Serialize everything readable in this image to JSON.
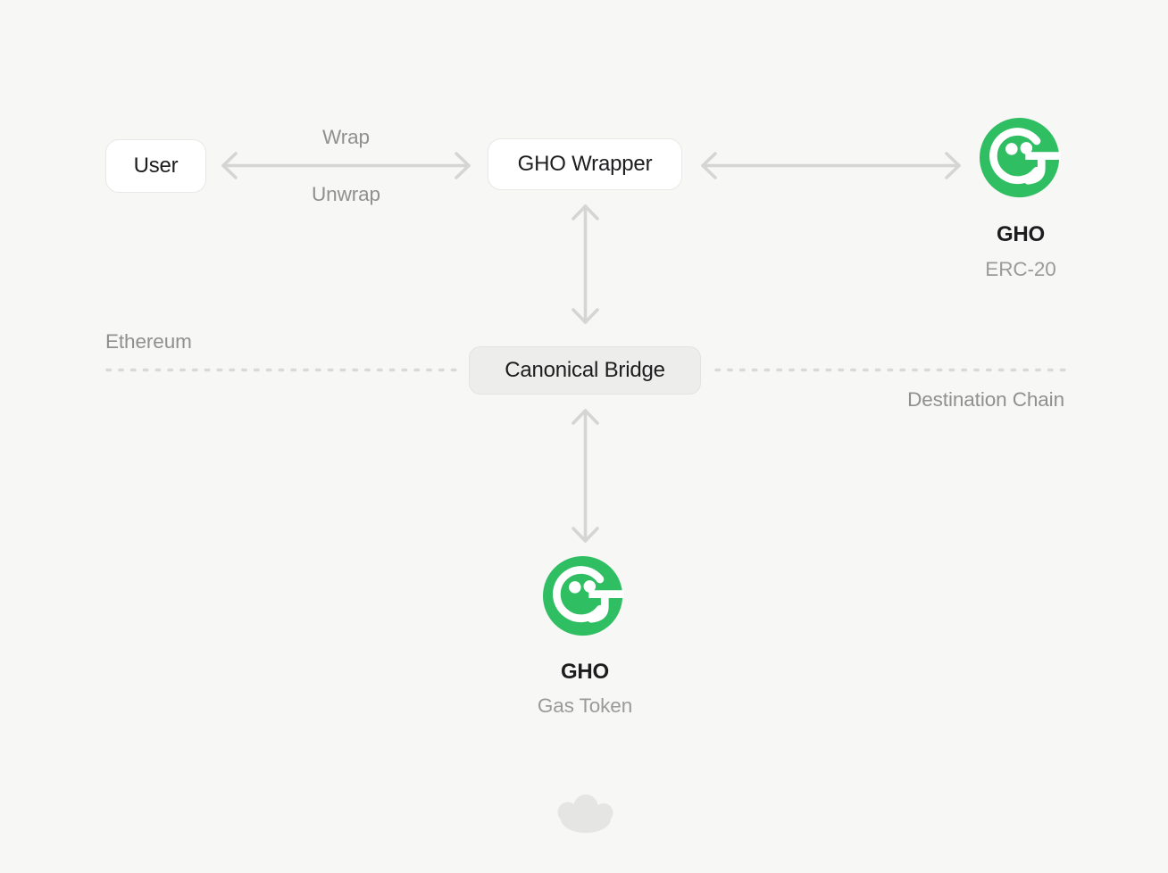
{
  "page": {
    "background": "#F7F7F5",
    "description": "GHO token wrap / bridge flow diagram"
  },
  "diagram": {
    "nodes": {
      "user": {
        "label": "User"
      },
      "gho_wrapper": {
        "label": "GHO Wrapper"
      },
      "canonical_bridge": {
        "label": "Canonical Bridge"
      }
    },
    "arrows": {
      "user_wrapper": {
        "top_label": "Wrap",
        "bottom_label": "Unwrap"
      },
      "wrapper_token": {
        "style": "double-headed"
      },
      "wrapper_bridge": {
        "style": "double-headed"
      },
      "bridge_gas_token": {
        "style": "double-headed"
      }
    },
    "chains": {
      "source": {
        "label": "Ethereum"
      },
      "destination": {
        "label": "Destination Chain"
      }
    },
    "tokens": {
      "erc20": {
        "name": "GHO",
        "subtitle": "ERC-20"
      },
      "gas": {
        "name": "GHO",
        "subtitle": "Gas Token"
      }
    },
    "icons": {
      "token_logo": "gho-token-logo",
      "footer": "cloud-icon"
    },
    "colors": {
      "gho_green": "#2FBE62",
      "arrow_gray": "#D5D5D3",
      "dash_gray": "#D9D9D7",
      "text_dark": "#1D1D1F",
      "text_gray": "#909090",
      "subtitle_gray": "#9A9A98",
      "node_border": "#E8E8E6",
      "bridge_bg": "#EDEDEB",
      "cloud_gray": "#E5E5E3"
    }
  }
}
